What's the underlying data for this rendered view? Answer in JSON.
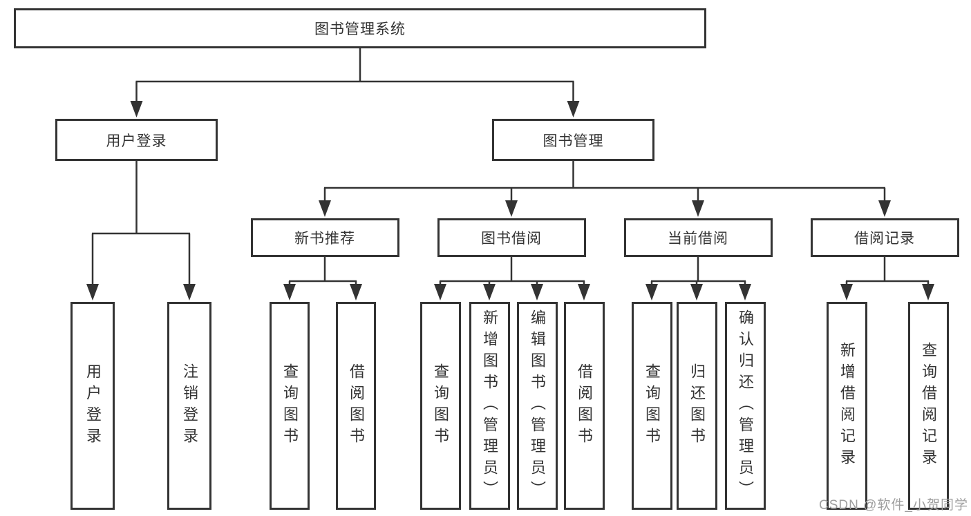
{
  "tree": {
    "root": "图书管理系统",
    "branches": [
      {
        "label": "用户登录",
        "leaves": [
          "用户登录",
          "注销登录"
        ]
      },
      {
        "label": "图书管理",
        "children": [
          {
            "label": "新书推荐",
            "leaves": [
              "查询图书",
              "借阅图书"
            ]
          },
          {
            "label": "图书借阅",
            "leaves": [
              "查询图书",
              "新增图书（管理员）",
              "编辑图书（管理员）",
              "借阅图书"
            ]
          },
          {
            "label": "当前借阅",
            "leaves": [
              "查询图书",
              "归还图书",
              "确认归还（管理员）"
            ]
          },
          {
            "label": "借阅记录",
            "leaves": [
              "新增借阅记录",
              "查询借阅记录"
            ]
          }
        ]
      }
    ]
  },
  "watermark": "CSDN @软件_小贺同学",
  "colors": {
    "line": "#333333",
    "background": "#ffffff",
    "watermark": "#9e9e9e"
  }
}
